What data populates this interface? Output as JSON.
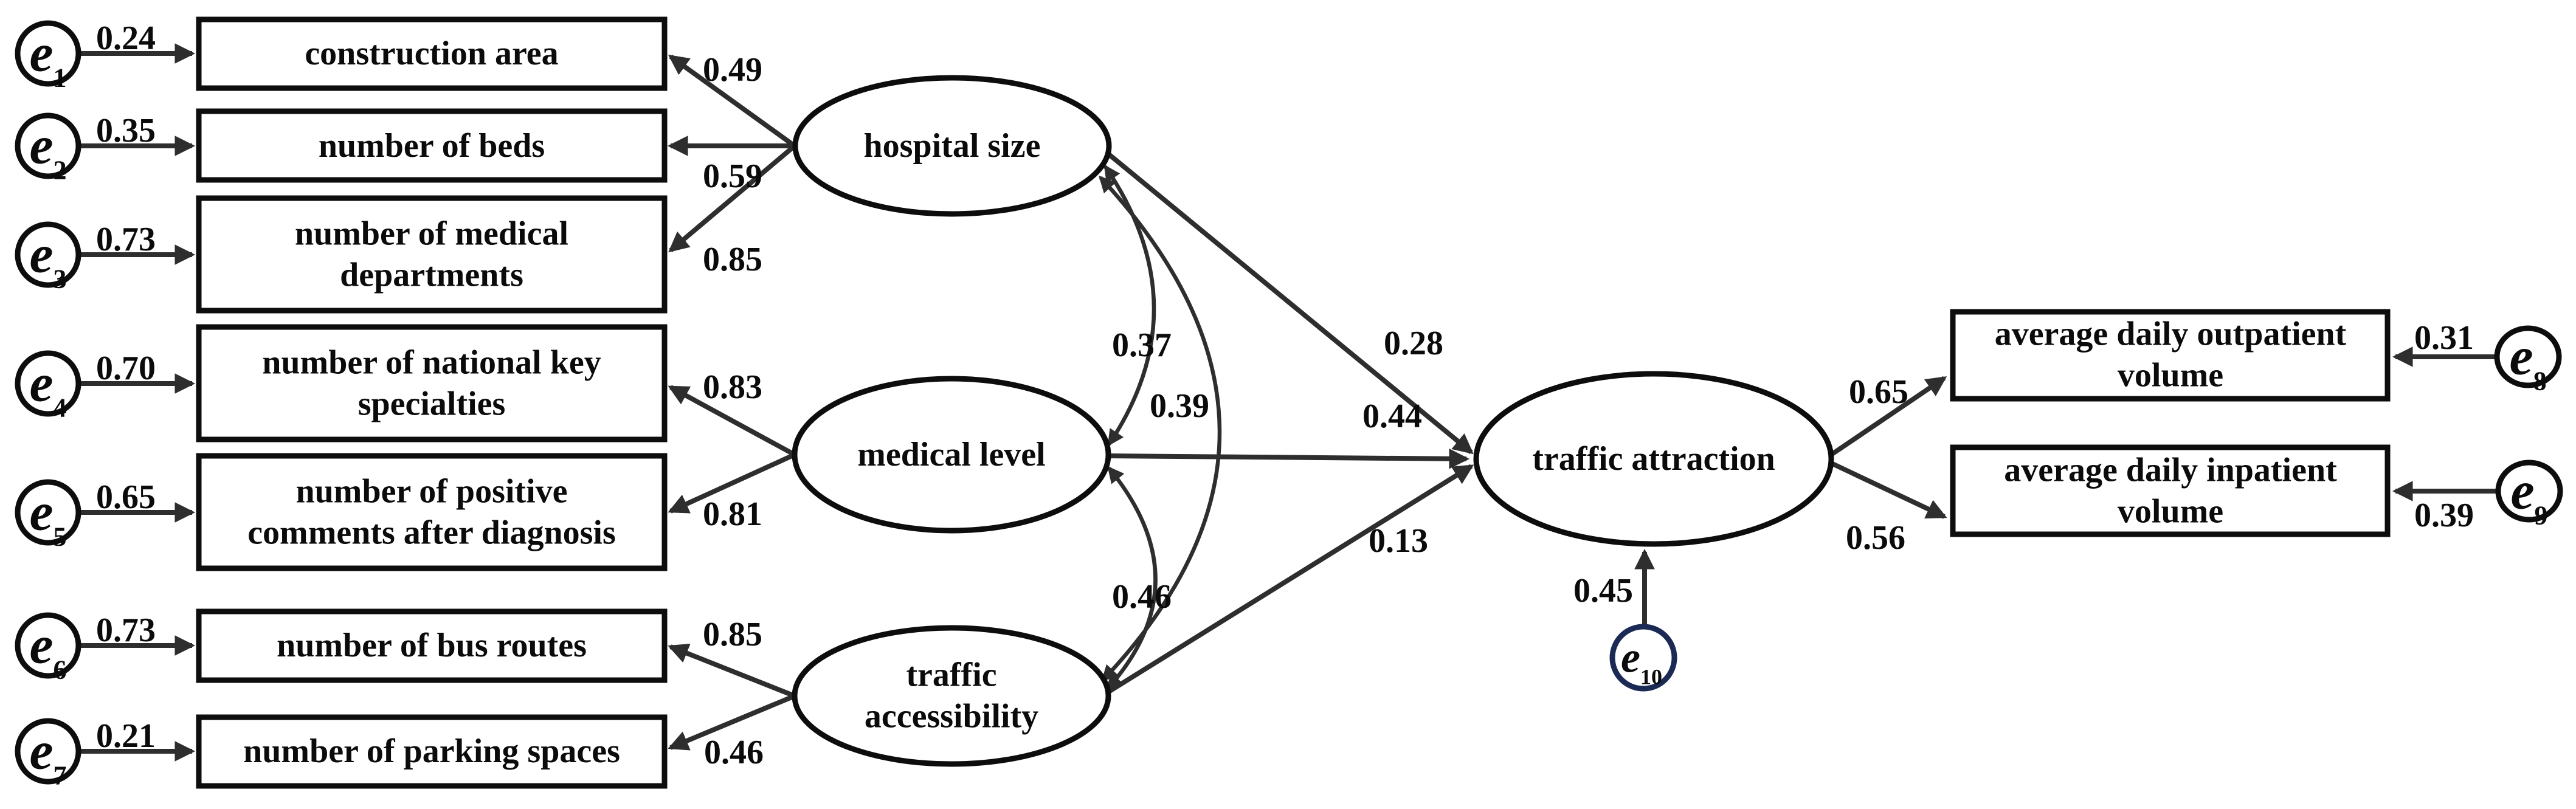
{
  "figure": {
    "type": "sem-path-diagram",
    "colors": {
      "background": "#ffffff",
      "node_stroke": "#0d0d0d",
      "arrow": "#2e2e2e",
      "e10_stroke": "#1b2a55"
    },
    "latents": [
      {
        "id": "hospital-size",
        "label": "hospital size"
      },
      {
        "id": "medical-level",
        "label": "medical level"
      },
      {
        "id": "traffic-accessibility",
        "label": "traffic\naccessibility"
      },
      {
        "id": "traffic-attraction",
        "label": "traffic attraction"
      }
    ],
    "indicators": [
      {
        "id": "construction-area",
        "label": "construction area",
        "latent": "hospital size",
        "loading": "0.49",
        "error": {
          "symbol": "e",
          "sub": "1",
          "value": "0.24"
        }
      },
      {
        "id": "number-of-beds",
        "label": "number of beds",
        "latent": "hospital size",
        "loading": "0.59",
        "error": {
          "symbol": "e",
          "sub": "2",
          "value": "0.35"
        }
      },
      {
        "id": "medical-departments",
        "label": "number of medical\ndepartments",
        "latent": "hospital size",
        "loading": "0.85",
        "error": {
          "symbol": "e",
          "sub": "3",
          "value": "0.73"
        }
      },
      {
        "id": "national-key-specialties",
        "label": "number of national key\nspecialties",
        "latent": "medical level",
        "loading": "0.83",
        "error": {
          "symbol": "e",
          "sub": "4",
          "value": "0.70"
        }
      },
      {
        "id": "positive-comments",
        "label": "number of positive\ncomments after diagnosis",
        "latent": "medical level",
        "loading": "0.81",
        "error": {
          "symbol": "e",
          "sub": "5",
          "value": "0.65"
        }
      },
      {
        "id": "bus-routes",
        "label": "number of bus routes",
        "latent": "traffic accessibility",
        "loading": "0.85",
        "error": {
          "symbol": "e",
          "sub": "6",
          "value": "0.73"
        }
      },
      {
        "id": "parking-spaces",
        "label": "number of parking spaces",
        "latent": "traffic accessibility",
        "loading": "0.46",
        "error": {
          "symbol": "e",
          "sub": "7",
          "value": "0.21"
        }
      },
      {
        "id": "outpatient-volume",
        "label": "average daily outpatient\nvolume",
        "latent": "traffic attraction",
        "loading": "0.65",
        "error": {
          "symbol": "e",
          "sub": "8",
          "value": "0.31"
        }
      },
      {
        "id": "inpatient-volume",
        "label": "average daily inpatient\nvolume",
        "latent": "traffic attraction",
        "loading": "0.56",
        "error": {
          "symbol": "e",
          "sub": "9",
          "value": "0.39"
        }
      }
    ],
    "covariances": [
      {
        "between": "hospital size ↔ medical level",
        "value": "0.37"
      },
      {
        "between": "hospital size ↔ traffic accessibility",
        "value": "0.39"
      },
      {
        "between": "medical level ↔ traffic accessibility",
        "value": "0.46"
      }
    ],
    "paths": [
      {
        "from": "hospital size",
        "to": "traffic attraction",
        "value": "0.28"
      },
      {
        "from": "medical level",
        "to": "traffic attraction",
        "value": "0.44"
      },
      {
        "from": "traffic accessibility",
        "to": "traffic attraction",
        "value": "0.13"
      }
    ],
    "disturbance": {
      "symbol": "e",
      "sub": "10",
      "value": "0.45",
      "to": "traffic attraction"
    }
  }
}
